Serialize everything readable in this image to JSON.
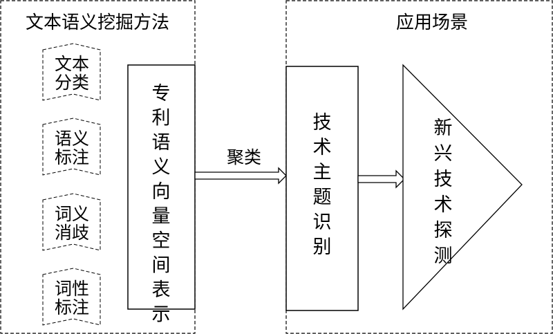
{
  "left_panel": {
    "title": "文本语义挖掘方法",
    "methods": [
      {
        "line1": "文本",
        "line2": "分类"
      },
      {
        "line1": "语义",
        "line2": "标注"
      },
      {
        "line1": "词义",
        "line2": "消歧"
      },
      {
        "line1": "词性",
        "line2": "标注"
      }
    ],
    "vector_box": [
      "专",
      "利",
      "语",
      "义",
      "向",
      "量",
      "空",
      "间",
      "表",
      "示"
    ]
  },
  "arrow_label": "聚类",
  "right_panel": {
    "title": "应用场景",
    "topic_box": [
      "技",
      "术",
      "主",
      "题",
      "识",
      "别"
    ],
    "triangle": [
      "新",
      "兴",
      "技",
      "术",
      "探",
      "测"
    ]
  }
}
